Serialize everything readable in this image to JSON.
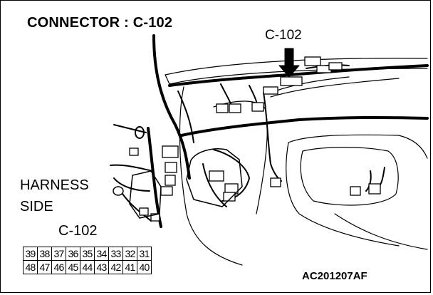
{
  "title": "CONNECTOR : C-102",
  "callout_label": "C-102",
  "harness_side_lines": [
    "HARNESS",
    "SIDE"
  ],
  "pinout": {
    "label": "C-102",
    "top_row": [
      "39",
      "38",
      "37",
      "36",
      "35",
      "34",
      "33",
      "32",
      "31"
    ],
    "bottom_row": [
      "48",
      "47",
      "46",
      "45",
      "44",
      "43",
      "42",
      "41",
      "40"
    ]
  },
  "figure_code": "AC201207AF"
}
